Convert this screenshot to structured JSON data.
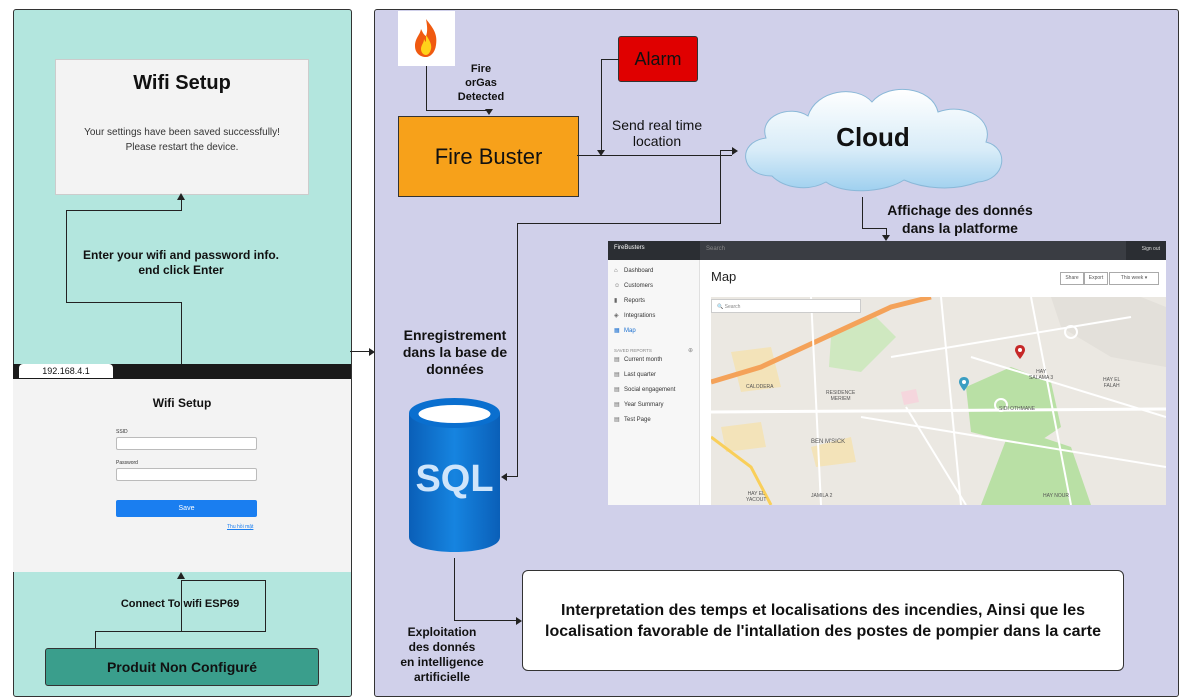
{
  "left_panel": {
    "wifi_card": {
      "title": "Wifi Setup",
      "message_line1": "Your settings have been saved successfully!",
      "message_line2": "Please restart the device."
    },
    "enter_info_line1": "Enter your wifi and password info.",
    "enter_info_line2": "end click Enter",
    "browser": {
      "address": "192.168.4.1",
      "title": "Wifi Setup",
      "ssid_label": "SSID",
      "password_label": "Password",
      "save_label": "Save",
      "link_text": "Thu hồi mật"
    },
    "connect_label": "Connect To wifi ESP69",
    "produit_label": "Produit Non Configuré"
  },
  "right_panel": {
    "fire_detected_line1": "Fire",
    "fire_detected_line2": "orGas",
    "fire_detected_line3": "Detected",
    "alarm_label": "Alarm",
    "fire_buster_label": "Fire Buster",
    "send_location_line1": "Send real time",
    "send_location_line2": "location",
    "cloud_label": "Cloud",
    "affichage_line1": "Affichage des donnés",
    "affichage_line2": "dans la platforme",
    "enregistrement_line1": "Enregistrement",
    "enregistrement_line2": "dans la base de",
    "enregistrement_line3": "données",
    "sql_label": "SQL",
    "exploitation_line1": "Exploitation",
    "exploitation_line2": "des donnés",
    "exploitation_line3": "en intelligence",
    "exploitation_line4": "artificielle",
    "interpretation_line1": "Interpretation des temps et localisations des incendies, Ainsi que les",
    "interpretation_line2": "localisation favorable de l'intallation des postes de pompier dans la carte"
  },
  "dashboard": {
    "brand": "FireBusters",
    "search_placeholder": "Search",
    "signout": "Sign out",
    "page_title": "Map",
    "btn_share": "Share",
    "btn_export": "Export",
    "btn_week": "This week",
    "map_search_placeholder": "Search",
    "nav": [
      {
        "label": "Dashboard",
        "icon": "home-icon"
      },
      {
        "label": "Customers",
        "icon": "users-icon"
      },
      {
        "label": "Reports",
        "icon": "chart-icon"
      },
      {
        "label": "Integrations",
        "icon": "layers-icon"
      },
      {
        "label": "Map",
        "icon": "map-icon"
      }
    ],
    "saved_reports_label": "SAVED REPORTS",
    "saved_reports": [
      "Current month",
      "Last quarter",
      "Social engagement",
      "Year Summary",
      "Test Page"
    ],
    "map_labels": {
      "calodera": "CALODERA",
      "residence_1": "RESIDENCE",
      "residence_2": "MERIEM",
      "ben_msick": "BEN M'SICK",
      "hay_salama_1": "HAY",
      "hay_salama_2": "SALAMA 3",
      "sidi_othmane": "SIDI OTHMANE",
      "hay_el_falah_1": "HAY EL",
      "hay_el_falah_2": "FALAH",
      "hay_el_yacout_1": "HAY EL",
      "hay_el_yacout_2": "YACOUT",
      "jamila": "JAMILA 2",
      "hay_nour": "HAY NOUR"
    }
  },
  "colors": {
    "left_bg": "#b3e6de",
    "right_bg": "#d0d0ea",
    "orange": "#f7a11a",
    "red": "#e00000",
    "teal_button": "#3a9e8c",
    "sql_blue": "#0a6fcf",
    "save_blue": "#1a7ef0"
  }
}
